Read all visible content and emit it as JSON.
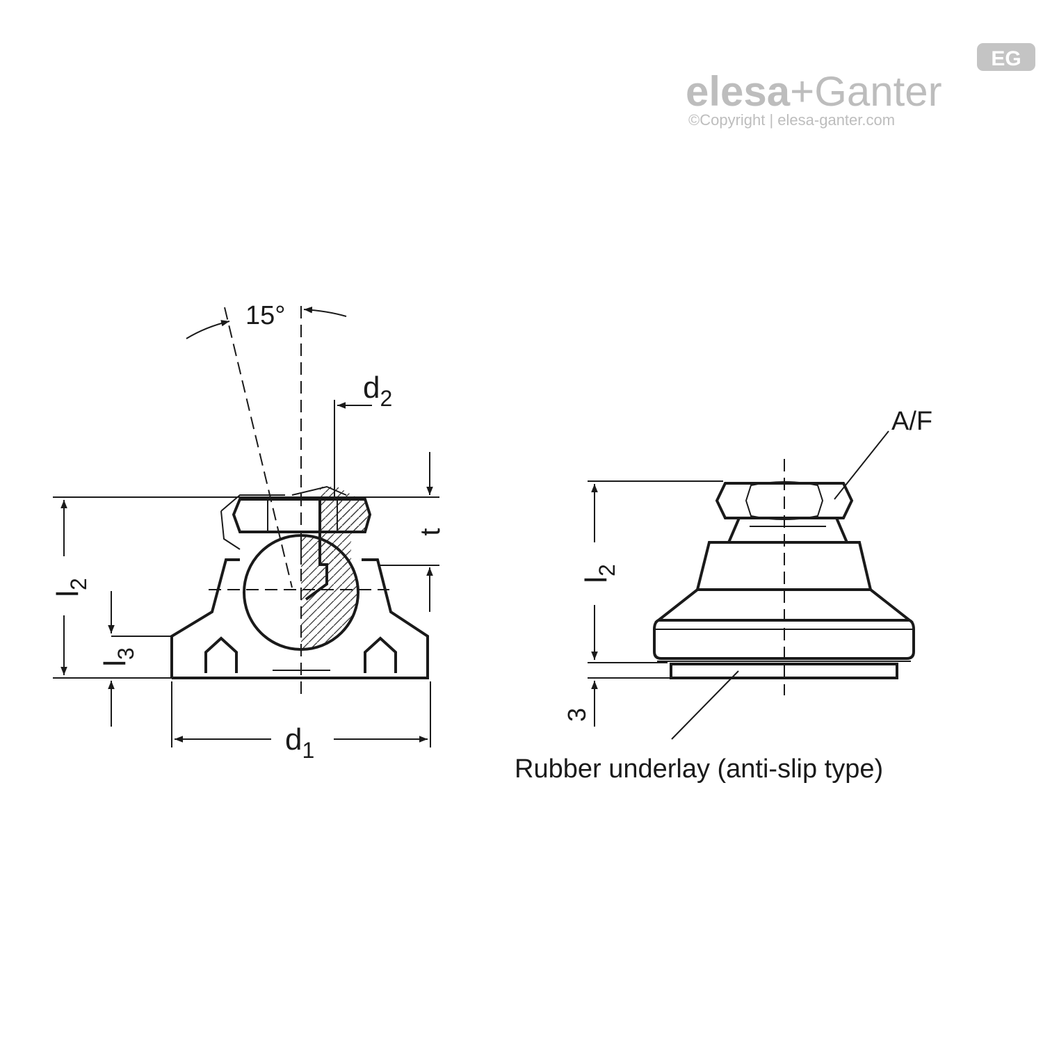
{
  "brand": {
    "logo_badge": "EG",
    "logo_elesa": "elesa",
    "logo_plus": "+",
    "logo_ganter": "Ganter",
    "copyright": "©Copyright | elesa-ganter.com",
    "color": "#bdbdbd"
  },
  "section_view": {
    "angle_label": "15°",
    "d2_main": "d",
    "d2_sub": "2",
    "t_label": "t",
    "l2_main": "l",
    "l2_sub": "2",
    "l3_main": "l",
    "l3_sub": "3",
    "d1_main": "d",
    "d1_sub": "1"
  },
  "side_view": {
    "af_label": "A/F",
    "l2_main": "l",
    "l2_sub": "2",
    "dim_3": "3",
    "rubber_label": "Rubber underlay (anti-slip type)"
  },
  "colors": {
    "line": "#1a1a1a",
    "background": "#ffffff"
  }
}
